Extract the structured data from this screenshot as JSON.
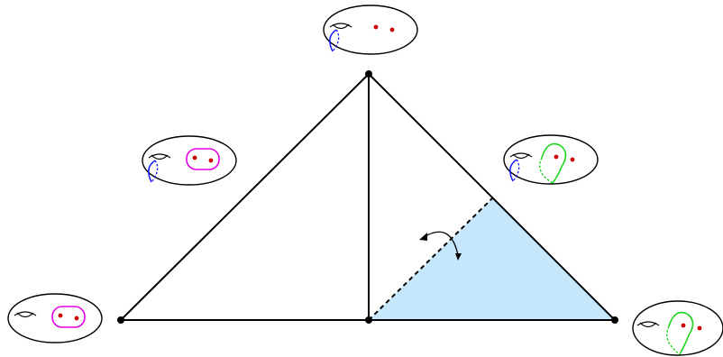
{
  "diagram": {
    "type": "triangulated-complex-with-surface-curve-insets",
    "colors": {
      "edge": "#000000",
      "vertex": "#000000",
      "shaded_region": "#c5e6fb",
      "marked_point": "#cc0000",
      "curve_blue": "#1a1aff",
      "curve_magenta": "#e600e6",
      "curve_green": "#1fd41f",
      "surface_outline": "#000000"
    },
    "icons": {
      "flip_arrow": "curved-double-arrow-icon",
      "surface": "genus-one-surface-icon",
      "marked_point": "marked-point-icon"
    },
    "insets": [
      {
        "id": "top",
        "curves": [
          "blue"
        ],
        "marked_points": 2
      },
      {
        "id": "upper-left",
        "curves": [
          "blue",
          "magenta"
        ],
        "marked_points": 2
      },
      {
        "id": "upper-right",
        "curves": [
          "blue",
          "green"
        ],
        "marked_points": 2
      },
      {
        "id": "bottom-left",
        "curves": [
          "magenta"
        ],
        "marked_points": 2
      },
      {
        "id": "bottom-right",
        "curves": [
          "green"
        ],
        "marked_points": 2
      }
    ],
    "shaded_regions": 1,
    "dashed_edges": 1
  }
}
